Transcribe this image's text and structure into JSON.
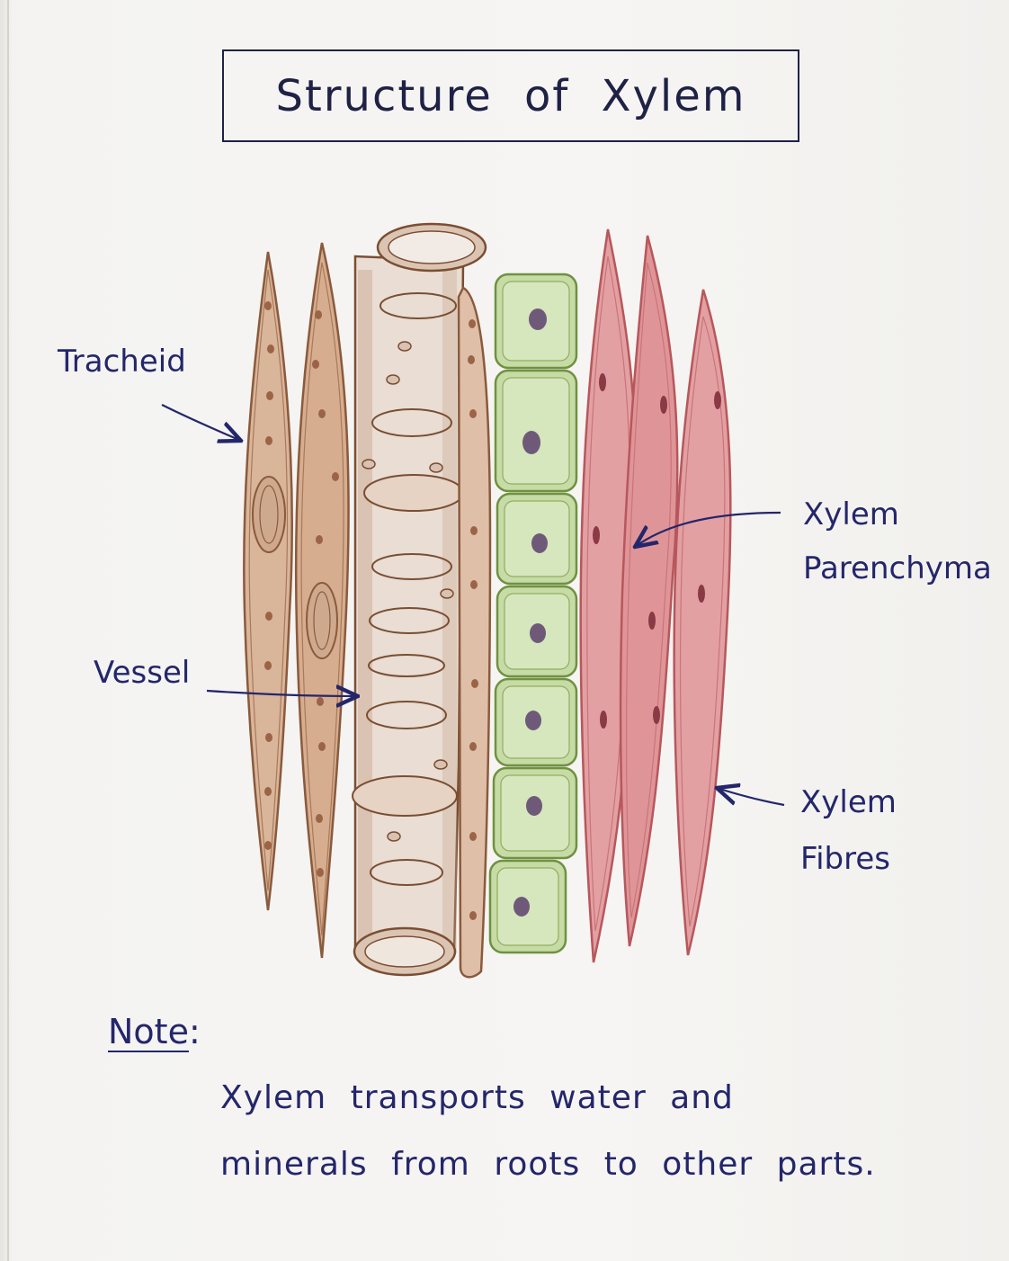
{
  "title": "Structure of Xylem",
  "labels": {
    "tracheid": "Tracheid",
    "vessel": "Vessel",
    "parenchyma_line1": "Xylem",
    "parenchyma_line2": "Parenchyma",
    "fibres_line1": "Xylem",
    "fibres_line2": "Fibres"
  },
  "note": {
    "heading": "Note",
    "colon": ":",
    "line1": "Xylem transports water and",
    "line2": "minerals from roots to other parts."
  },
  "colors": {
    "ink": "#24266b",
    "tracheid_fill": "#d9b59a",
    "tracheid_stroke": "#8a5a3c",
    "vessel_fill": "#e9ddd4",
    "vessel_stroke": "#7a4e33",
    "parenchyma_fill": "#c7dba6",
    "parenchyma_stroke": "#6f9140",
    "nucleus": "#6e5a78",
    "fibre_fill": "#e3a0a3",
    "fibre_stroke": "#b7575c"
  }
}
